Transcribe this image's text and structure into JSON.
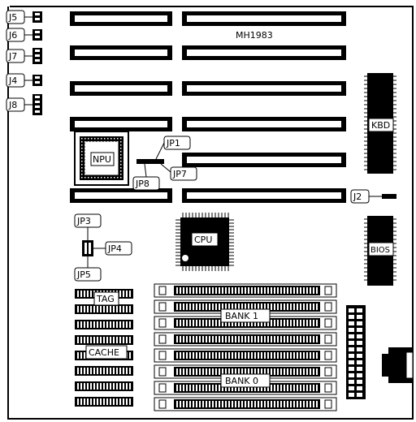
{
  "board": {
    "model": "MH1983",
    "labels": {
      "j5": "J5",
      "j6": "J6",
      "j7": "J7",
      "j4": "J4",
      "j8": "J8",
      "jp1": "JP1",
      "jp7": "JP7",
      "jp8": "JP8",
      "jp3": "JP3",
      "jp4": "JP4",
      "jp5": "JP5",
      "j2": "J2",
      "npu": "NPU",
      "cpu": "CPU",
      "kbd": "KBD",
      "bios": "BIOS",
      "tag": "TAG",
      "cache": "CACHE",
      "bank1": "BANK 1",
      "bank0": "BANK 0"
    }
  }
}
